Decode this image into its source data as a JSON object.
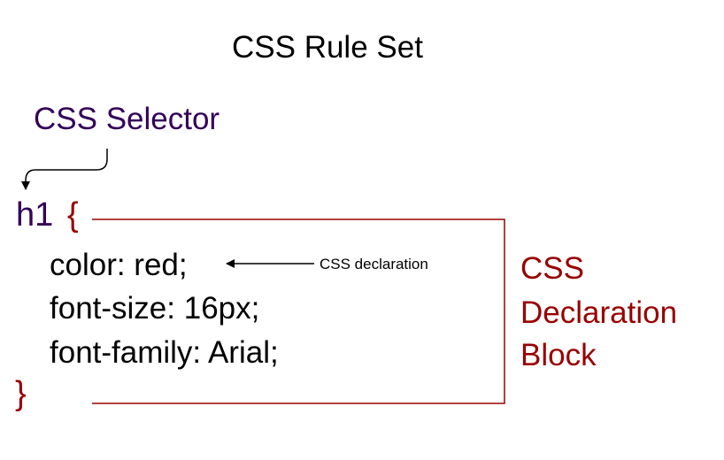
{
  "diagram": {
    "title": "CSS Rule Set",
    "selector_label": "CSS Selector",
    "selector_code": "h1",
    "open_brace": "{",
    "close_brace": "}",
    "declarations": [
      "color: red;",
      "font-size: 16px;",
      "font-family: Arial;"
    ],
    "declaration_annotation": "CSS declaration",
    "block_label_lines": [
      "CSS",
      "Declaration",
      "Block"
    ]
  },
  "colors": {
    "selector": "#33005a",
    "brace_and_block": "#990000",
    "text": "#000000",
    "lines": "#000000"
  }
}
